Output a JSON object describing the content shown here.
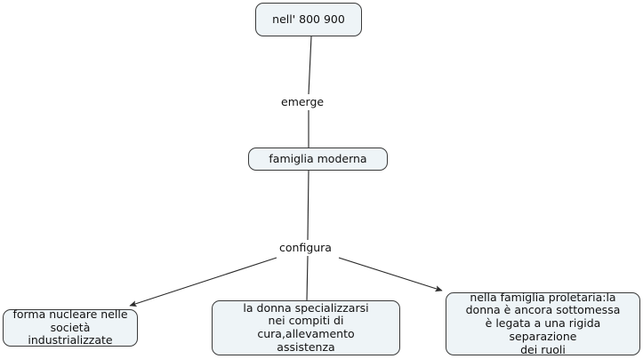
{
  "diagram": {
    "type": "concept-map",
    "language": "it",
    "background_color": "#ffffff",
    "node_fill_color": "#eef4f7",
    "node_border_color": "#3a3a3a",
    "text_color": "#111111",
    "edge_color": "#2b2b2b",
    "nodes": [
      {
        "id": "top",
        "name": "node-nell-800-900",
        "text": "nell' 800 900",
        "lines": [
          "nell' 800 900"
        ]
      },
      {
        "id": "mid",
        "name": "node-famiglia-moderna",
        "text": "famiglia moderna",
        "lines": [
          "famiglia moderna"
        ]
      },
      {
        "id": "left",
        "name": "node-forma-nucleare",
        "text": "forma nucleare nelle\nsocietà industrializzate",
        "lines": [
          "forma nucleare nelle",
          "società industrializzate"
        ]
      },
      {
        "id": "center",
        "name": "node-donna-specializzarsi",
        "text": "la donna specializzarsi\nnei compiti di cura,allevamento\nassistenza",
        "lines": [
          "la donna specializzarsi",
          "nei compiti di cura,allevamento",
          "assistenza"
        ]
      },
      {
        "id": "right",
        "name": "node-famiglia-proletaria",
        "text": "nella famiglia proletaria:la\ndonna è ancora sottomessa\nè legata a una rigida separazione\ndei ruoli",
        "lines": [
          "nella famiglia proletaria:la",
          "donna è ancora sottomessa",
          "è legata a una rigida separazione",
          "dei ruoli"
        ]
      }
    ],
    "edge_labels": {
      "emerge": "emerge",
      "configura": "configura"
    },
    "edges": [
      {
        "from": "top",
        "to": "mid",
        "label": "emerge",
        "arrow": false
      },
      {
        "from": "mid",
        "to": "configura",
        "label": "configura",
        "arrow": false
      },
      {
        "from": "configura",
        "to": "left",
        "label": "",
        "arrow": true
      },
      {
        "from": "configura",
        "to": "center",
        "label": "",
        "arrow": false
      },
      {
        "from": "configura",
        "to": "right",
        "label": "",
        "arrow": true
      }
    ]
  }
}
